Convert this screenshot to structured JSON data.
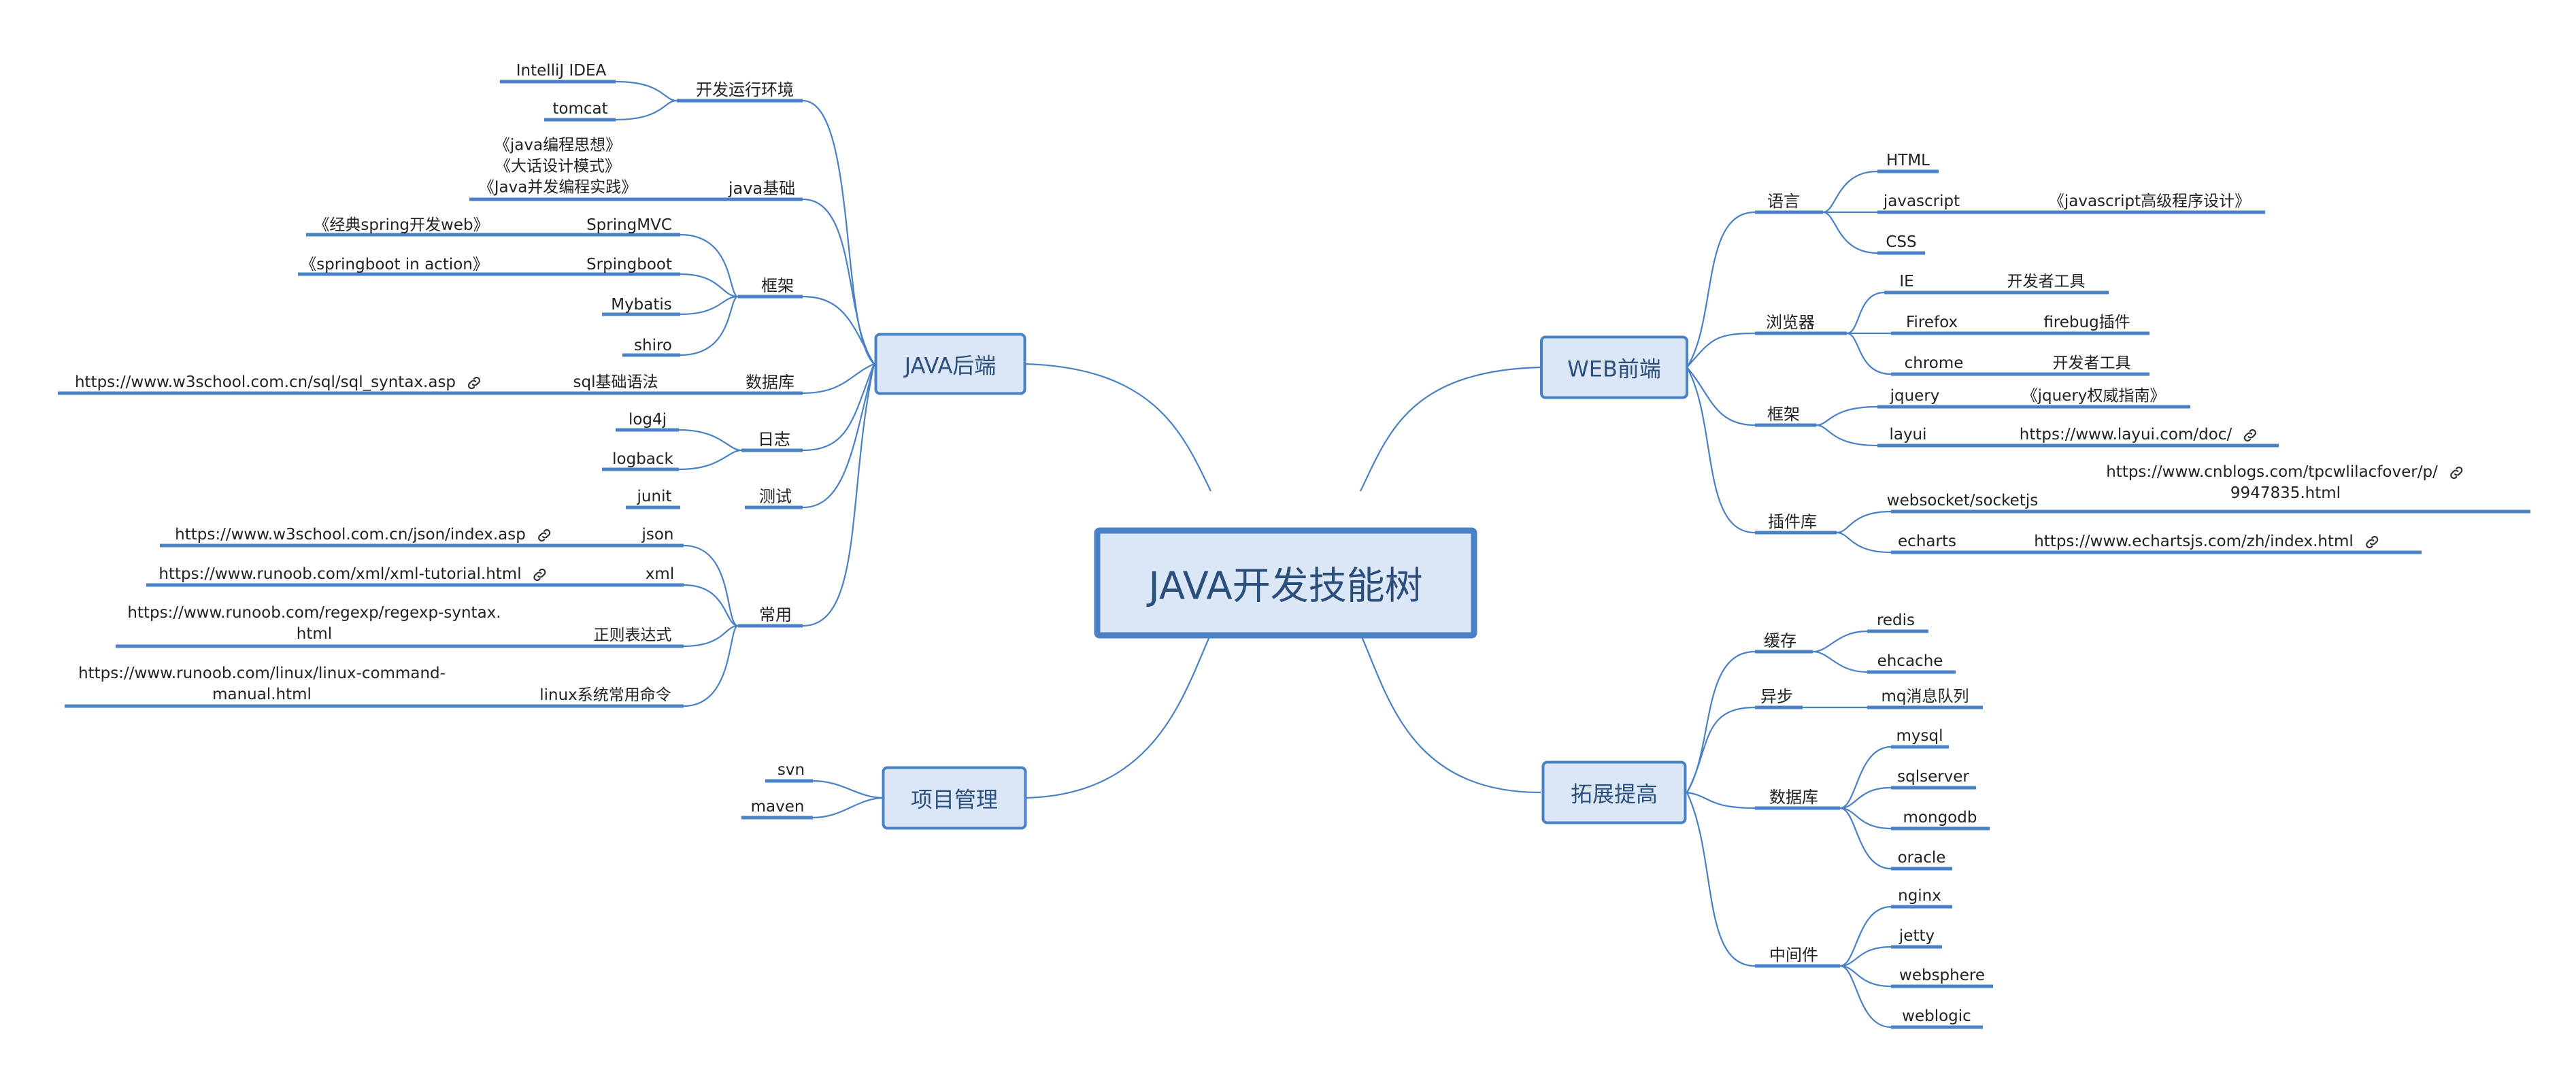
{
  "root": "JAVA开发技能树",
  "branches": {
    "backend": "JAVA后端",
    "web": "WEB前端",
    "pm": "项目管理",
    "ext": "拓展提高"
  },
  "backend": {
    "env": "开发运行环境",
    "env_items": [
      "IntelliJ IDEA",
      "tomcat"
    ],
    "basics": "java基础",
    "basics_books": [
      "《java编程思想》",
      "《大话设计模式》",
      "《Java并发编程实践》"
    ],
    "framework": "框架",
    "springmvc": "SpringMVC",
    "springmvc_book": "《经典spring开发web》",
    "springboot": "Srpingboot",
    "springboot_book": "《springboot in action》",
    "mybatis": "Mybatis",
    "shiro": "shiro",
    "database": "数据库",
    "sql": "sql基础语法",
    "sql_url": "https://www.w3school.com.cn/sql/sql_syntax.asp",
    "log": "日志",
    "log_items": [
      "log4j",
      "logback"
    ],
    "test": "测试",
    "junit": "junit",
    "common": "常用",
    "json": "json",
    "json_url": "https://www.w3school.com.cn/json/index.asp",
    "xml": "xml",
    "xml_url": "https://www.runoob.com/xml/xml-tutorial.html",
    "regex": "正则表达式",
    "regex_url_1": "https://www.runoob.com/regexp/regexp-syntax.",
    "regex_url_2": "html",
    "linux": "linux系统常用命令",
    "linux_url_1": "https://www.runoob.com/linux/linux-command-",
    "linux_url_2": "manual.html"
  },
  "pm": {
    "items": [
      "svn",
      "maven"
    ]
  },
  "web": {
    "lang": "语言",
    "html": "HTML",
    "javascript": "javascript",
    "js_book": "《javascript高级程序设计》",
    "css": "CSS",
    "browser": "浏览器",
    "ie": "IE",
    "ie_tool": "开发者工具",
    "firefox": "Firefox",
    "firefox_tool": "firebug插件",
    "chrome": "chrome",
    "chrome_tool": "开发者工具",
    "framework": "框架",
    "jquery": "jquery",
    "jquery_book": "《jquery权威指南》",
    "layui": "layui",
    "layui_url": "https://www.layui.com/doc/",
    "plugins": "插件库",
    "websocket": "websocket/socketjs",
    "websocket_url_1": "https://www.cnblogs.com/tpcwlilacfover/p/",
    "websocket_url_2": "9947835.html",
    "echarts": "echarts",
    "echarts_url": "https://www.echartsjs.com/zh/index.html"
  },
  "ext": {
    "cache": "缓存",
    "cache_items": [
      "redis",
      "ehcache"
    ],
    "async": "异步",
    "mq": "mq消息队列",
    "database": "数据库",
    "db_items": [
      "mysql",
      "sqlserver",
      "mongodb",
      "oracle"
    ],
    "middleware": "中间件",
    "mw_items": [
      "nginx",
      "jetty",
      "websphere",
      "weblogic"
    ]
  },
  "colors": {
    "line": "#4a80c4",
    "fill": "#dbe7f6",
    "text": "#2b4f7c"
  }
}
